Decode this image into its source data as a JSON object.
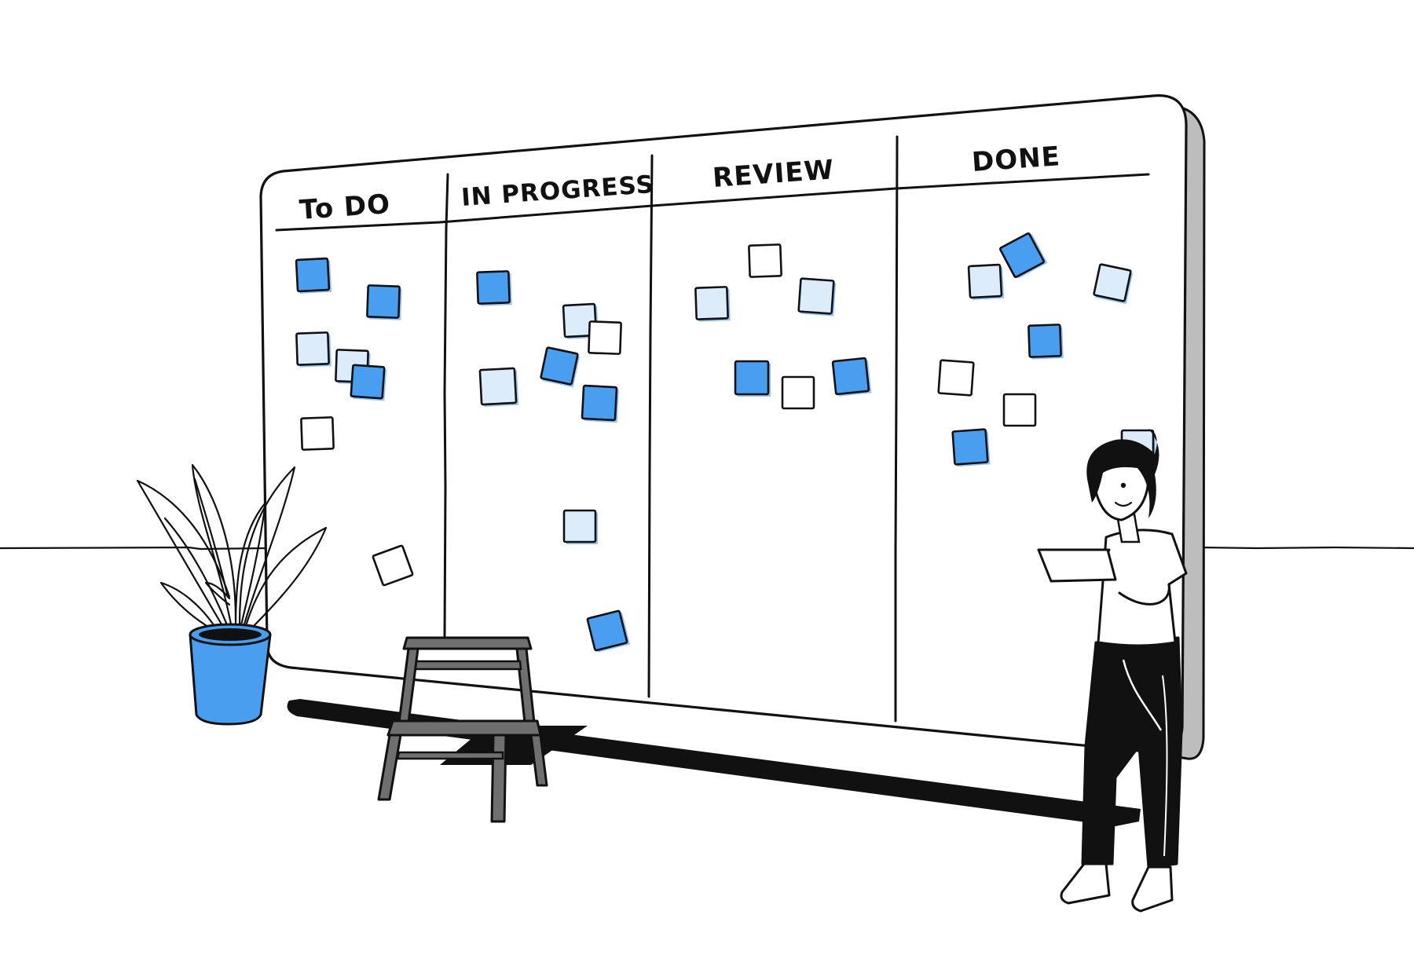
{
  "board": {
    "columns": [
      {
        "label": "To DO"
      },
      {
        "label": "IN PROGRESS"
      },
      {
        "label": "REVIEW"
      },
      {
        "label": "DONE"
      }
    ]
  },
  "colors": {
    "ink": "#111111",
    "accent_blue": "#4a9eef",
    "light_blue": "#dcecfb",
    "note_white": "#ffffff",
    "board_edge_gray": "#bdbdbd",
    "stool_gray": "#6f6f6f",
    "shadow": "#111111"
  },
  "notes": [
    {
      "column": "to-do",
      "color": "accent_blue"
    },
    {
      "column": "to-do",
      "color": "accent_blue"
    },
    {
      "column": "to-do",
      "color": "light_blue"
    },
    {
      "column": "to-do",
      "color": "light_blue"
    },
    {
      "column": "to-do",
      "color": "accent_blue"
    },
    {
      "column": "to-do",
      "color": "note_white"
    },
    {
      "column": "to-do",
      "color": "note_white"
    },
    {
      "column": "in-progress",
      "color": "accent_blue"
    },
    {
      "column": "in-progress",
      "color": "light_blue"
    },
    {
      "column": "in-progress",
      "color": "note_white"
    },
    {
      "column": "in-progress",
      "color": "accent_blue"
    },
    {
      "column": "in-progress",
      "color": "light_blue"
    },
    {
      "column": "in-progress",
      "color": "accent_blue"
    },
    {
      "column": "in-progress",
      "color": "light_blue"
    },
    {
      "column": "in-progress",
      "color": "accent_blue"
    },
    {
      "column": "review",
      "color": "note_white"
    },
    {
      "column": "review",
      "color": "light_blue"
    },
    {
      "column": "review",
      "color": "light_blue"
    },
    {
      "column": "review",
      "color": "accent_blue"
    },
    {
      "column": "review",
      "color": "note_white"
    },
    {
      "column": "review",
      "color": "accent_blue"
    },
    {
      "column": "done",
      "color": "light_blue"
    },
    {
      "column": "done",
      "color": "accent_blue"
    },
    {
      "column": "done",
      "color": "light_blue"
    },
    {
      "column": "done",
      "color": "accent_blue"
    },
    {
      "column": "done",
      "color": "note_white"
    },
    {
      "column": "done",
      "color": "note_white"
    },
    {
      "column": "done",
      "color": "accent_blue"
    },
    {
      "column": "done",
      "color": "light_blue"
    }
  ]
}
